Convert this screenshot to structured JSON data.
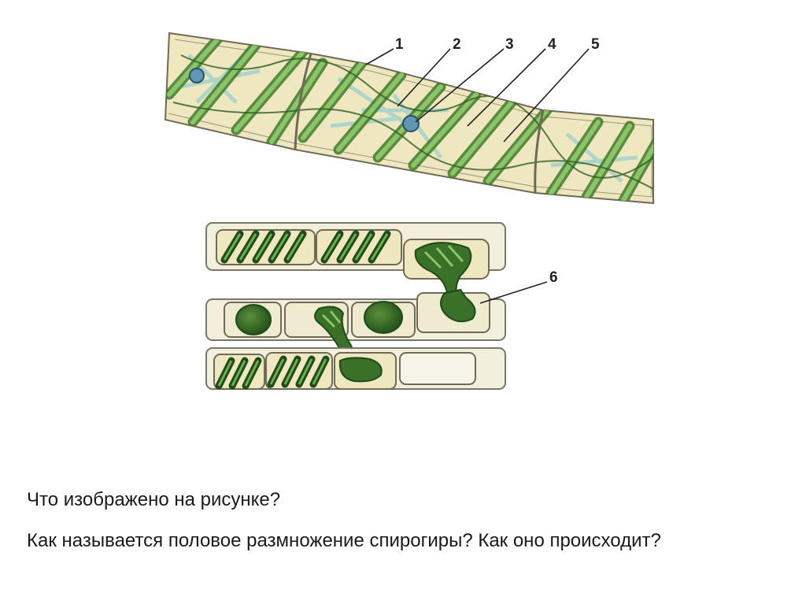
{
  "figure": {
    "labels": [
      "1",
      "2",
      "3",
      "4",
      "5",
      "6"
    ]
  },
  "questions": [
    "Что изображено на рисунке?",
    "Как называется половое размножение спирогиры? Как оно происходит?"
  ]
}
